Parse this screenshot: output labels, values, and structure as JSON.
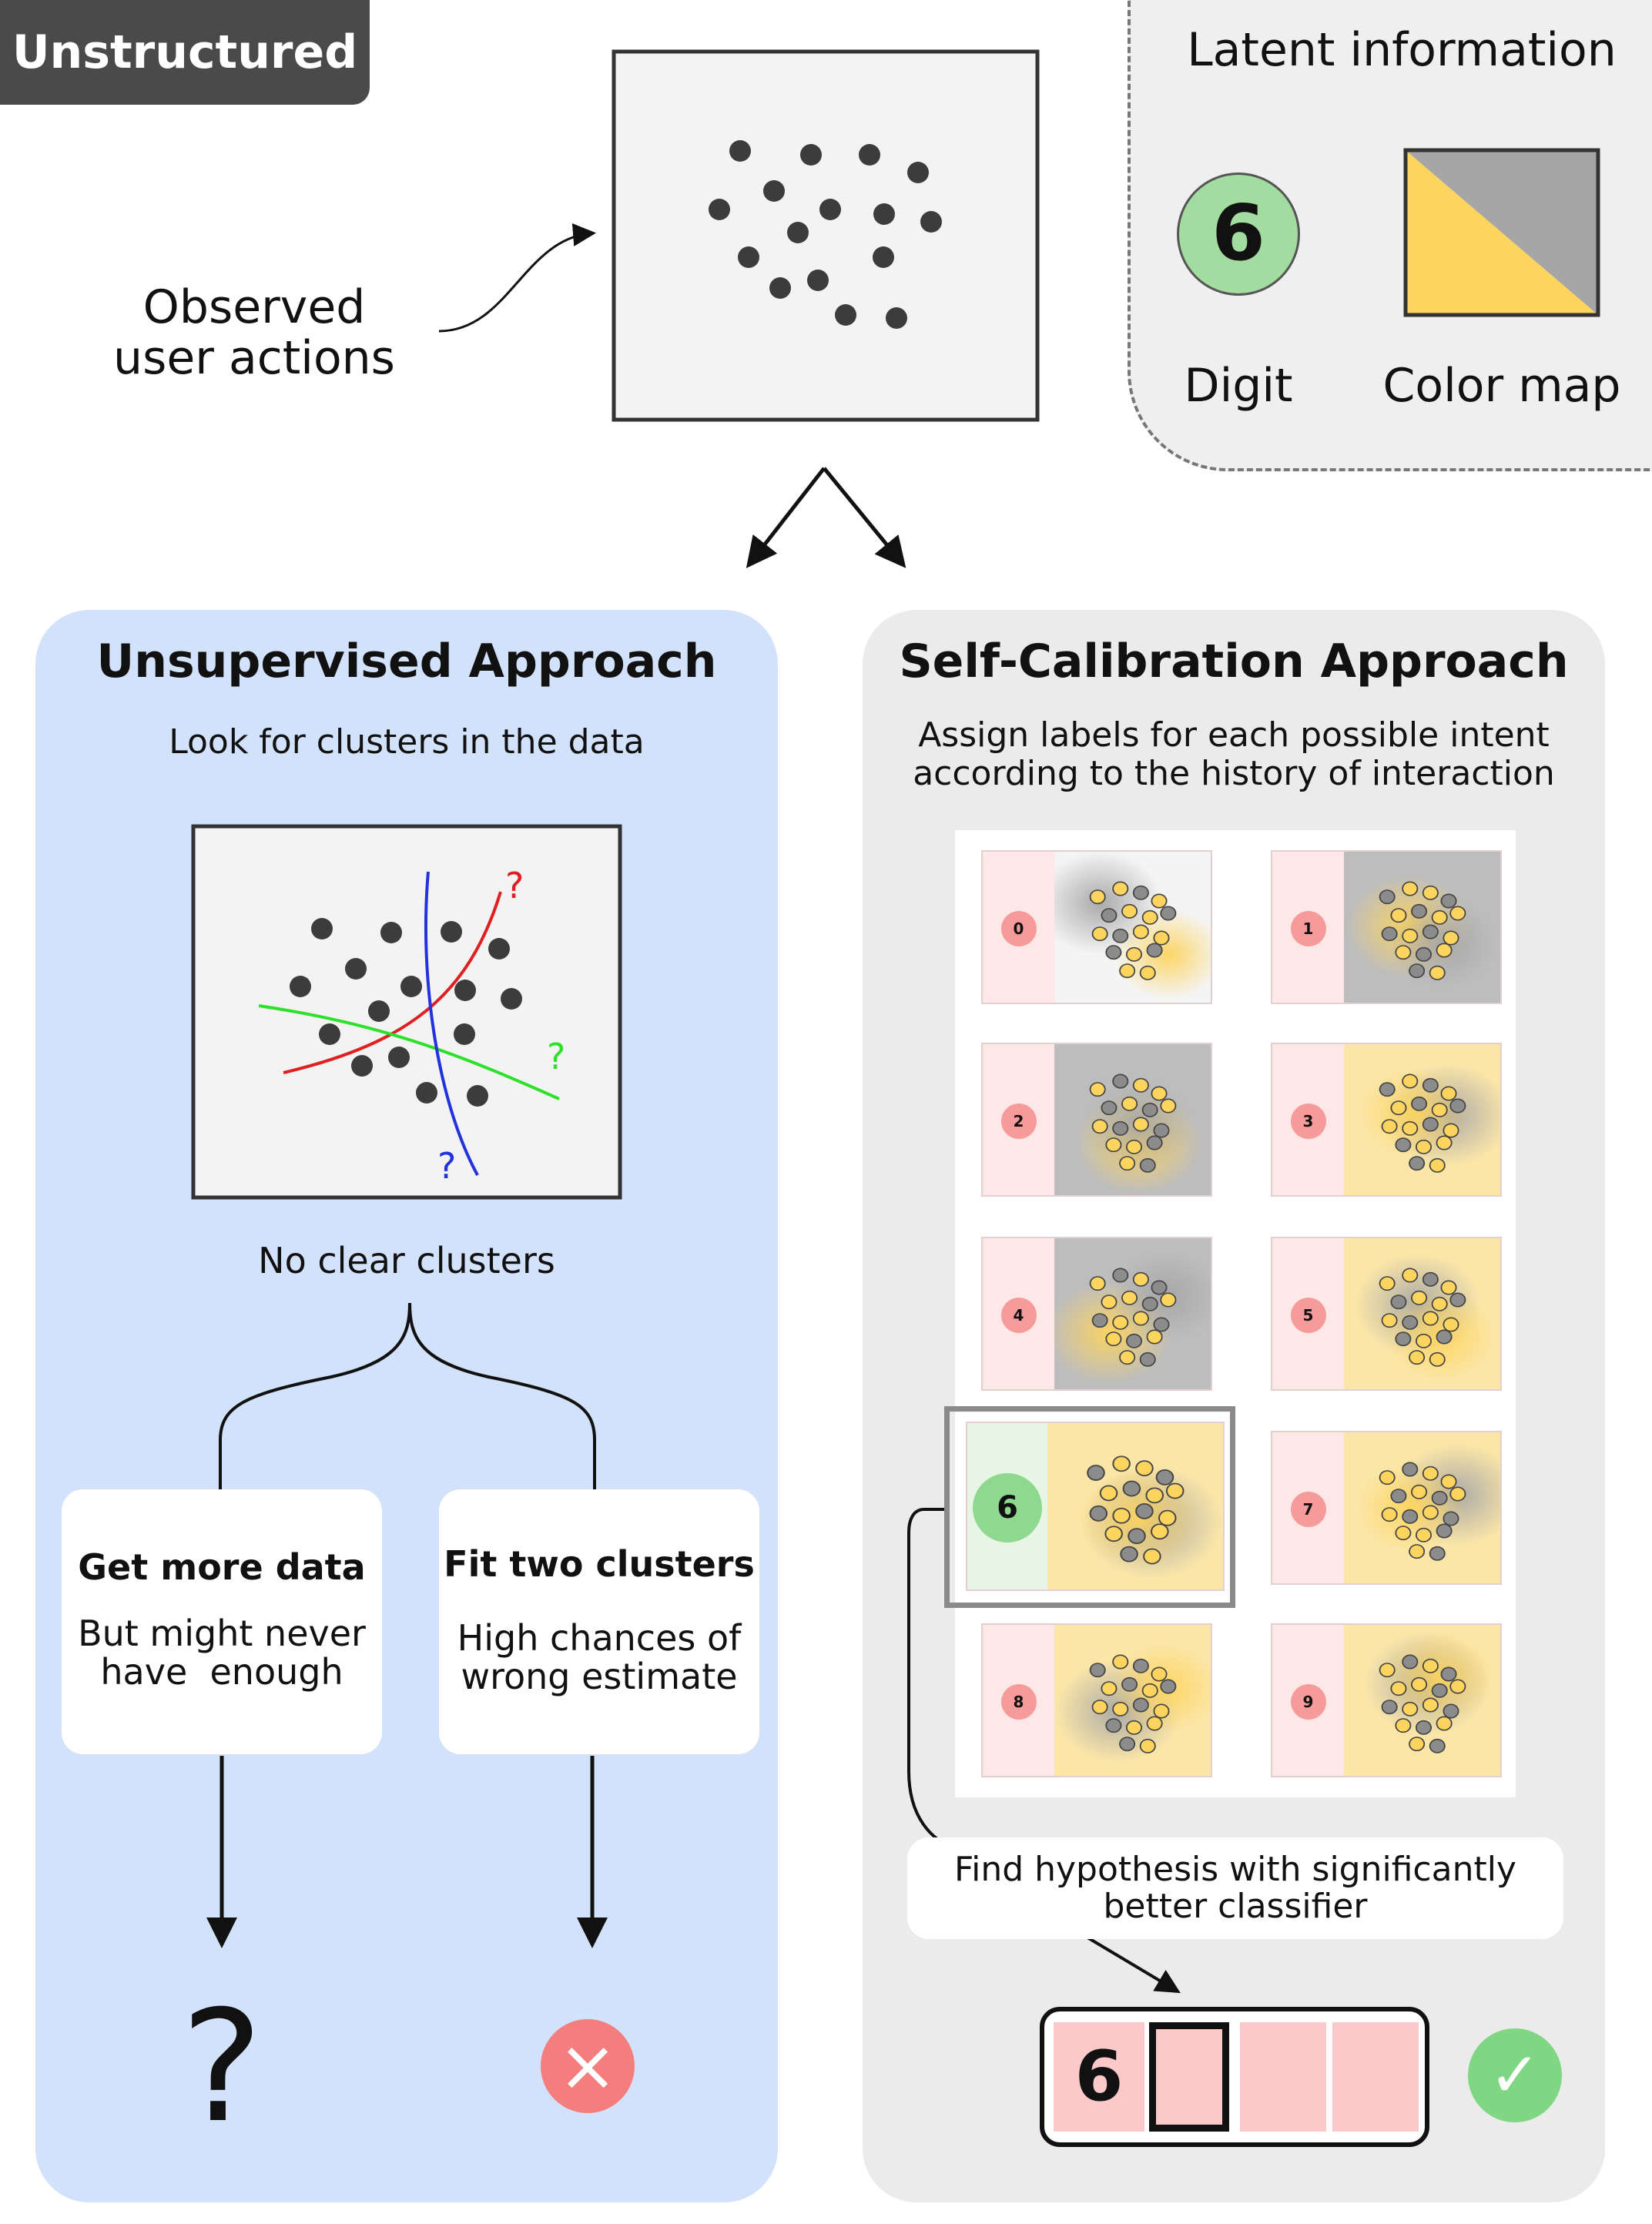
{
  "header": {
    "tag": "Unstructured"
  },
  "observed": {
    "label_line1": "Observed",
    "label_line2": "user actions"
  },
  "latent": {
    "title": "Latent information",
    "digit_value": "6",
    "digit_label": "Digit",
    "colormap_label": "Color map",
    "colors": {
      "yellow": "#fdd45e",
      "gray": "#a6a6a6",
      "green": "#a3dca0"
    }
  },
  "unsupervised": {
    "title": "Unsupervised Approach",
    "subtitle": "Look for clusters in the data",
    "question_mark": "?",
    "result": "No clear clusters",
    "options": [
      {
        "title": "Get more data",
        "line1": "But might never",
        "line2": "have  enough",
        "outcome": "?"
      },
      {
        "title": "Fit two clusters",
        "line1": "High chances of",
        "line2": "wrong estimate",
        "outcome": "×"
      }
    ],
    "line_colors": {
      "red": "#e02020",
      "green": "#2de02a",
      "blue": "#2233dd"
    }
  },
  "selfcal": {
    "title": "Self-Calibration Approach",
    "subtitle_line1": "Assign labels for each possible intent",
    "subtitle_line2": "according to the history of interaction",
    "hypotheses": [
      "0",
      "1",
      "2",
      "3",
      "4",
      "5",
      "6",
      "7",
      "8",
      "9"
    ],
    "selected": "6",
    "find_line1": "Find hypothesis with significantly",
    "find_line2": "better classifier",
    "result_digit": "6",
    "check": "✓"
  }
}
